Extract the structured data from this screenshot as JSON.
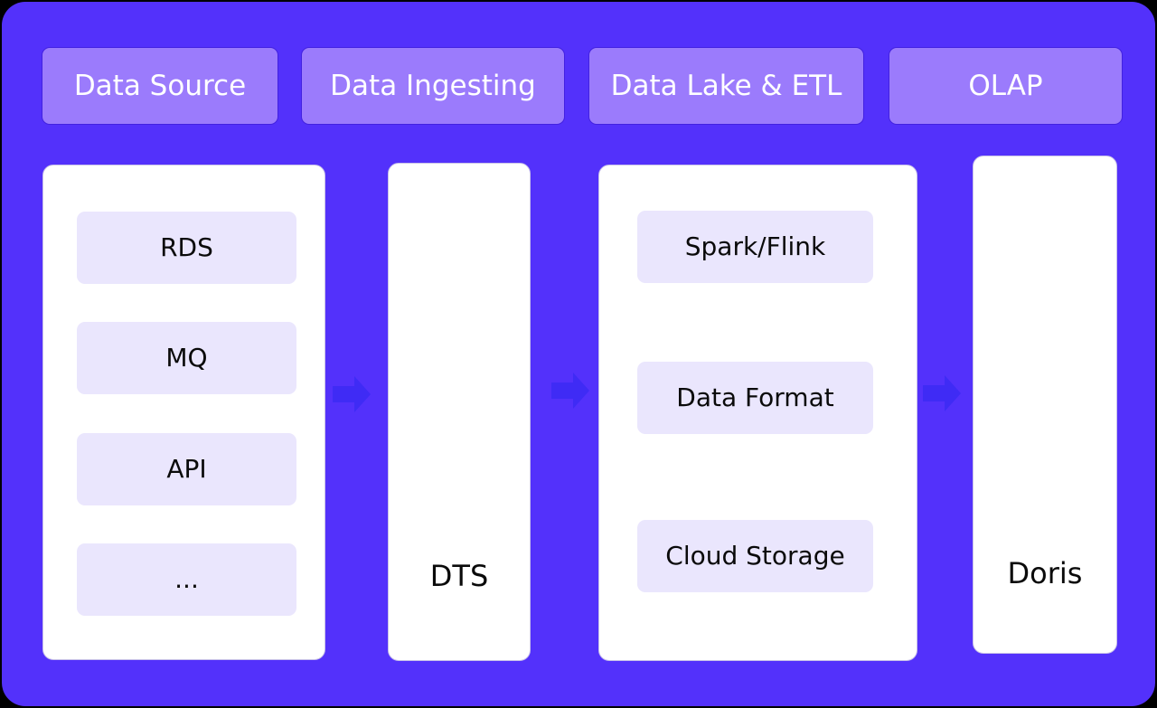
{
  "colors": {
    "background": "#000000",
    "panel": "#5331FB",
    "header_chip": "#9B7BFC",
    "header_chip_border": "#4322E0",
    "card": "#FFFFFF",
    "inner_chip": "#EAE6FD",
    "arrow": "#3F2BF5",
    "text_light": "#FFFFFF",
    "text_dark": "#0A0A0A"
  },
  "diagram": {
    "type": "pipeline-flow",
    "stages": [
      {
        "header": "Data Source",
        "items": [
          "RDS",
          "MQ",
          "API",
          "..."
        ],
        "label": null
      },
      {
        "header": "Data Ingesting",
        "items": [],
        "label": "DTS"
      },
      {
        "header": "Data Lake & ETL",
        "items": [
          "Spark/Flink",
          "Data Format",
          "Cloud Storage"
        ],
        "label": null
      },
      {
        "header": "OLAP",
        "items": [],
        "label": "Doris"
      }
    ],
    "arrows": [
      {
        "name": "arrow-data-source-to-data-ingesting",
        "direction": "right"
      },
      {
        "name": "arrow-data-ingesting-to-data-lake",
        "direction": "right"
      },
      {
        "name": "arrow-data-lake-to-olap",
        "direction": "right"
      }
    ]
  }
}
